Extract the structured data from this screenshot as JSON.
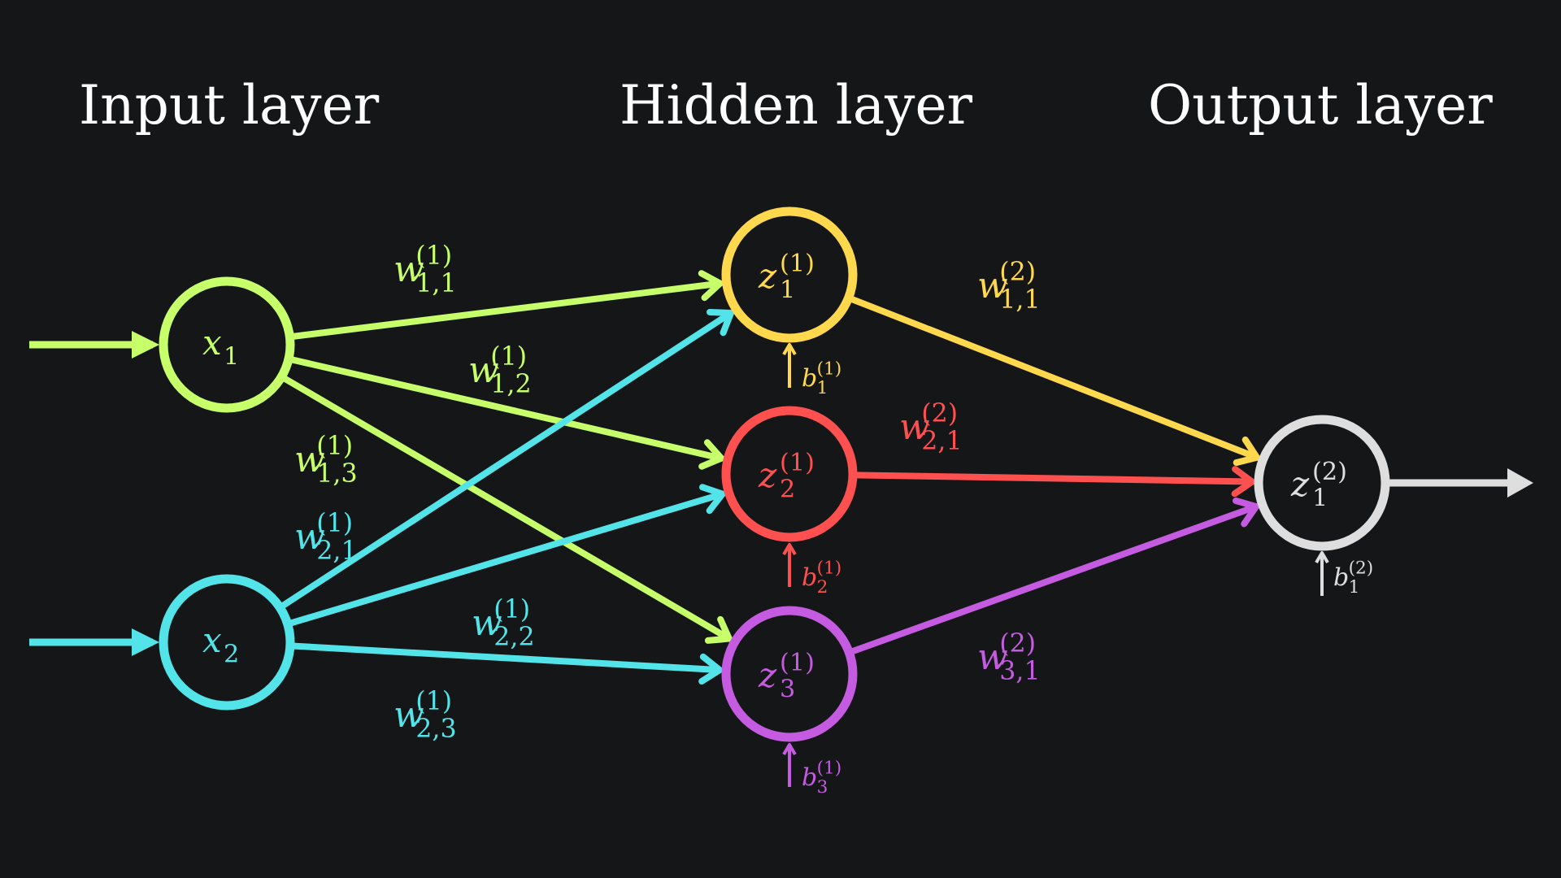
{
  "colors": {
    "background": "#151618",
    "input_1": "#c6ff6a",
    "input_2": "#52e4e8",
    "hidden_1": "#ffd84d",
    "hidden_2": "#ff5050",
    "hidden_3": "#c45be0",
    "output": "#dedede",
    "heading": "#ffffff"
  },
  "headings": {
    "input": "Input layer",
    "hidden": "Hidden layer",
    "output": "Output layer"
  },
  "nodes": {
    "x1": {
      "sym": "x",
      "sub": "1",
      "sup": ""
    },
    "x2": {
      "sym": "x",
      "sub": "2",
      "sup": ""
    },
    "z1": {
      "sym": "z",
      "sub": "1",
      "sup": "(1)"
    },
    "z2": {
      "sym": "z",
      "sub": "2",
      "sup": "(1)"
    },
    "z3": {
      "sym": "z",
      "sub": "3",
      "sup": "(1)"
    },
    "out": {
      "sym": "z",
      "sub": "1",
      "sup": "(2)"
    }
  },
  "weights": {
    "w11_1": {
      "sym": "w",
      "sub": "1,1",
      "sup": "(1)"
    },
    "w12_1": {
      "sym": "w",
      "sub": "1,2",
      "sup": "(1)"
    },
    "w13_1": {
      "sym": "w",
      "sub": "1,3",
      "sup": "(1)"
    },
    "w21_1": {
      "sym": "w",
      "sub": "2,1",
      "sup": "(1)"
    },
    "w22_1": {
      "sym": "w",
      "sub": "2,2",
      "sup": "(1)"
    },
    "w23_1": {
      "sym": "w",
      "sub": "2,3",
      "sup": "(1)"
    },
    "w11_2": {
      "sym": "w",
      "sub": "1,1",
      "sup": "(2)"
    },
    "w21_2": {
      "sym": "w",
      "sub": "2,1",
      "sup": "(2)"
    },
    "w31_2": {
      "sym": "w",
      "sub": "3,1",
      "sup": "(2)"
    }
  },
  "biases": {
    "b1_1": {
      "sym": "b",
      "sub": "1",
      "sup": "(1)"
    },
    "b2_1": {
      "sym": "b",
      "sub": "2",
      "sup": "(1)"
    },
    "b3_1": {
      "sym": "b",
      "sub": "3",
      "sup": "(1)"
    },
    "b1_2": {
      "sym": "b",
      "sub": "1",
      "sup": "(2)"
    }
  }
}
